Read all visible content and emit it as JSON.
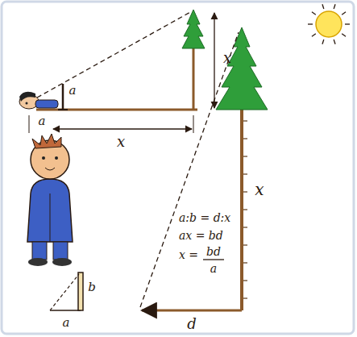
{
  "diagram": {
    "labels": [
      "x",
      "a",
      "a",
      "x",
      "x",
      "a:b = d:x",
      "ax = bd",
      "x =",
      "bd",
      "a",
      "b",
      "a",
      "d"
    ]
  }
}
